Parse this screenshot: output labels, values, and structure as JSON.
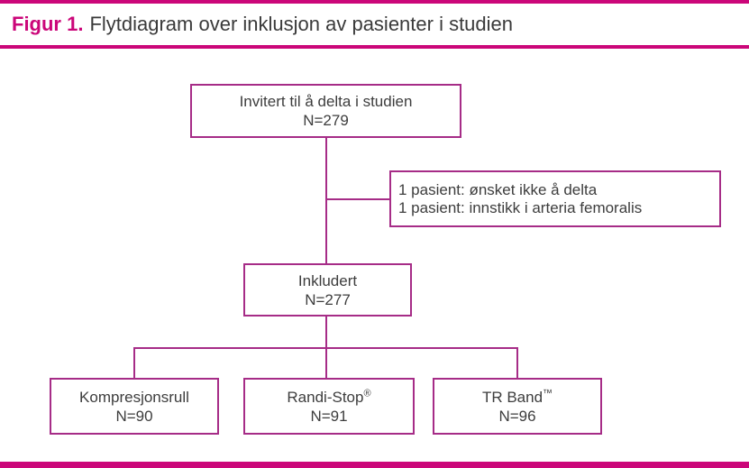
{
  "title": {
    "prefix": "Figur 1.",
    "text": "Flytdiagram over inklusjon av pasienter i studien"
  },
  "flowchart": {
    "invited": {
      "line1": "Invitert til å delta i studien",
      "line2": "N=279"
    },
    "excluded": {
      "line1": "1 pasient: ønsket ikke å delta",
      "line2": "1 pasient: innstikk i arteria femoralis"
    },
    "included": {
      "line1": "Inkludert",
      "line2": "N=277"
    },
    "arms": [
      {
        "name": "Kompresjonsrull",
        "mark": "",
        "n": "N=90"
      },
      {
        "name": "Randi-Stop",
        "mark": "®",
        "n": "N=91"
      },
      {
        "name": "TR Band",
        "mark": "™",
        "n": "N=96"
      }
    ]
  },
  "colors": {
    "accent_pink": "#cb0679",
    "box_border": "#a62c87",
    "text": "#3d3d3d"
  }
}
